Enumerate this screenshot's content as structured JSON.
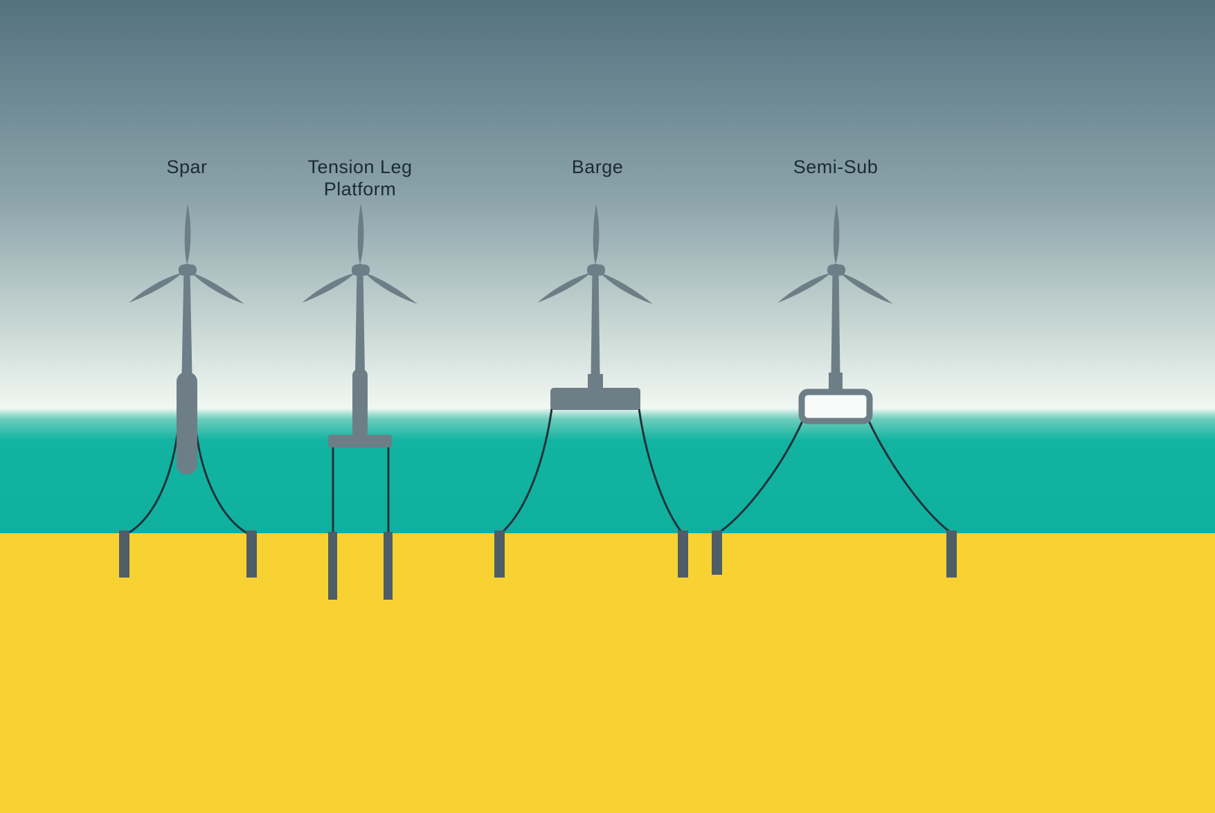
{
  "labels": {
    "spar": "Spar",
    "tlp_line1": "Tension Leg",
    "tlp_line2": "Platform",
    "barge": "Barge",
    "semi_sub": "Semi-Sub"
  },
  "colors": {
    "sky_top": "#54717f",
    "sky_mid": "#8ba3aa",
    "sky_low": "#c9d8d4",
    "sky_horizon": "#f2f8f4",
    "sea_glow": "#e9f6f0",
    "sea_light": "#6fcdbd",
    "sea": "#13b3a1",
    "sea_deep": "#0fb09e",
    "seabed": "#f8d232",
    "turbine": "#6d7e87",
    "platform_fill": "#f7fbf9",
    "pile": "#4e5e67",
    "mooring": "#22323b",
    "text": "#1b2a34"
  }
}
